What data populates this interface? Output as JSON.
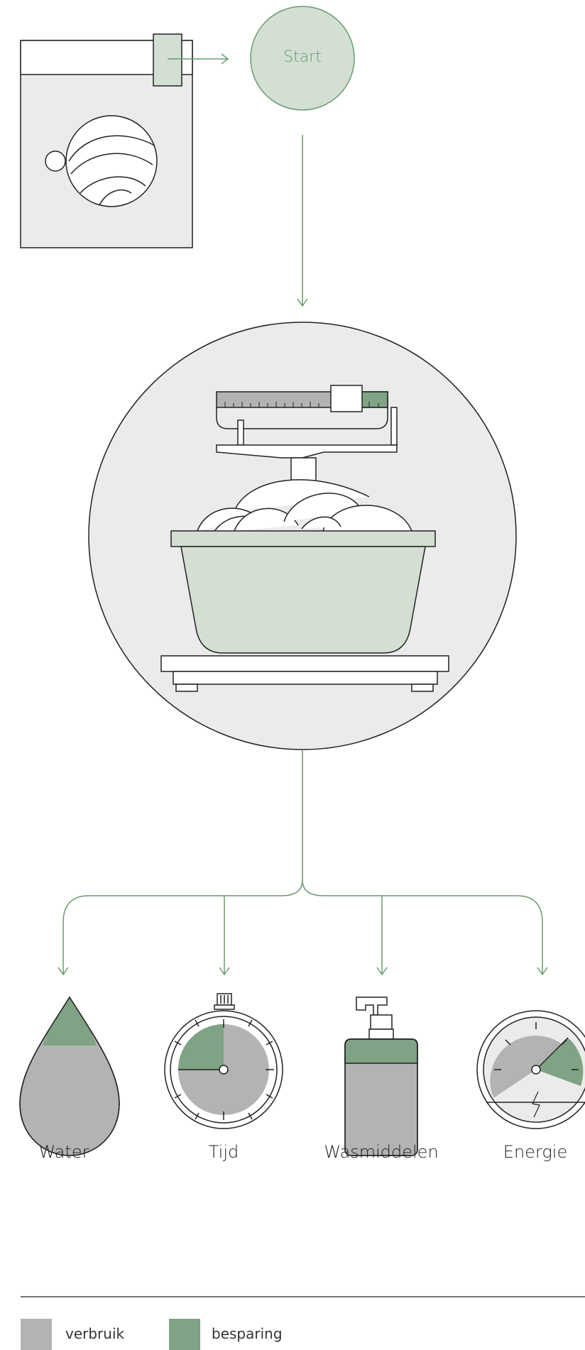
{
  "start": {
    "label": "Start"
  },
  "resources": [
    {
      "id": "water",
      "label": "Water"
    },
    {
      "id": "tijd",
      "label": "Tijd"
    },
    {
      "id": "wasmiddelen",
      "label": "Wasmiddelen"
    },
    {
      "id": "energie",
      "label": "Energie"
    }
  ],
  "legend": {
    "verbruik": {
      "label": "verbruik",
      "color": "#b3b3b3"
    },
    "besparing": {
      "label": "besparing",
      "color": "#7fa384"
    }
  },
  "colors": {
    "accent": "#6a9a6f",
    "pale_green": "#d3dfd3",
    "circle_bg": "#ebebeb",
    "outline": "#222222"
  }
}
